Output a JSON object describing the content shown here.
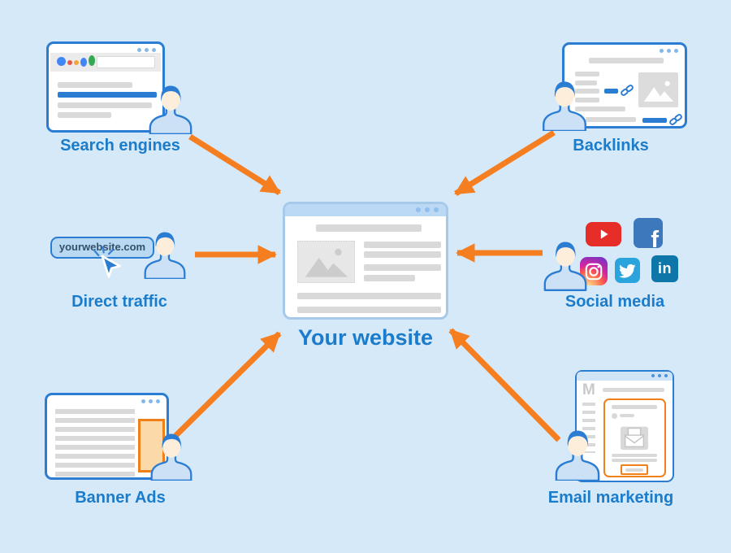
{
  "colors": {
    "background": "#d6e9f8",
    "window_border_blue": "#2b7cd3",
    "label_blue": "#1a7ccb",
    "arrow_orange": "#f57e20",
    "banner_orange": "#f08019",
    "youtube_red": "#e62d27",
    "facebook_blue": "#3d77bc",
    "twitter_blue": "#2ba3dc",
    "linkedin_blue": "#0e76a8"
  },
  "center": {
    "label": "Your website"
  },
  "sources": {
    "search_engines": {
      "label": "Search engines"
    },
    "backlinks": {
      "label": "Backlinks"
    },
    "direct_traffic": {
      "label": "Direct traffic",
      "url_text": "yourwebsite.com"
    },
    "social_media": {
      "label": "Social media",
      "facebook_glyph": "f",
      "linkedin_glyph": "in",
      "icons": [
        "youtube",
        "facebook",
        "instagram",
        "twitter",
        "linkedin"
      ]
    },
    "banner_ads": {
      "label": "Banner Ads"
    },
    "email_marketing": {
      "label": "Email marketing",
      "mail_logo_glyph": "M"
    }
  },
  "arrows": [
    {
      "from": "search-engines",
      "to": "your-website"
    },
    {
      "from": "backlinks",
      "to": "your-website"
    },
    {
      "from": "direct-traffic",
      "to": "your-website"
    },
    {
      "from": "social-media",
      "to": "your-website"
    },
    {
      "from": "banner-ads",
      "to": "your-website"
    },
    {
      "from": "email-marketing",
      "to": "your-website"
    }
  ]
}
